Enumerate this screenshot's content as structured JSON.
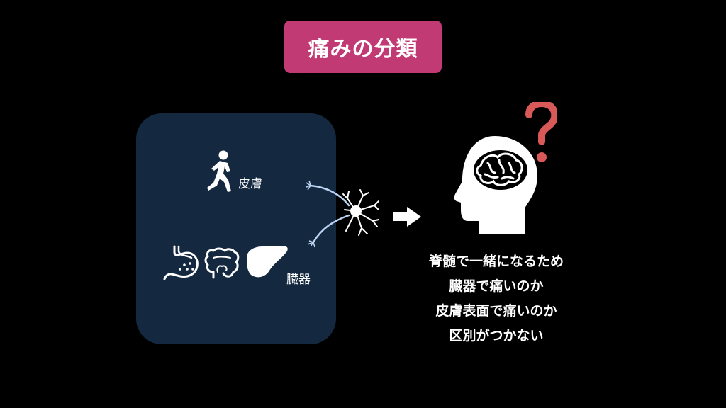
{
  "title": "痛みの分類",
  "panel": {
    "skin_label": "皮膚",
    "organ_label": "臓器"
  },
  "caption": {
    "lines": [
      "脊髄で一緒になるため",
      "臓器で痛いのか",
      "皮膚表面で痛いのか",
      "区別がつかない"
    ]
  },
  "icons": {
    "runner": "running-person-icon",
    "stomach": "stomach-icon",
    "intestine": "intestine-icon",
    "liver": "liver-icon",
    "neuron": "neuron-icon",
    "arrow": "right-arrow-icon",
    "head": "head-brain-icon",
    "question": "question-mark-icon"
  },
  "colors": {
    "background": "#000000",
    "title_badge": "#c13a73",
    "panel": "#142840",
    "question_mark": "#d95858",
    "neuron_fibers": "#bcd4f4"
  }
}
